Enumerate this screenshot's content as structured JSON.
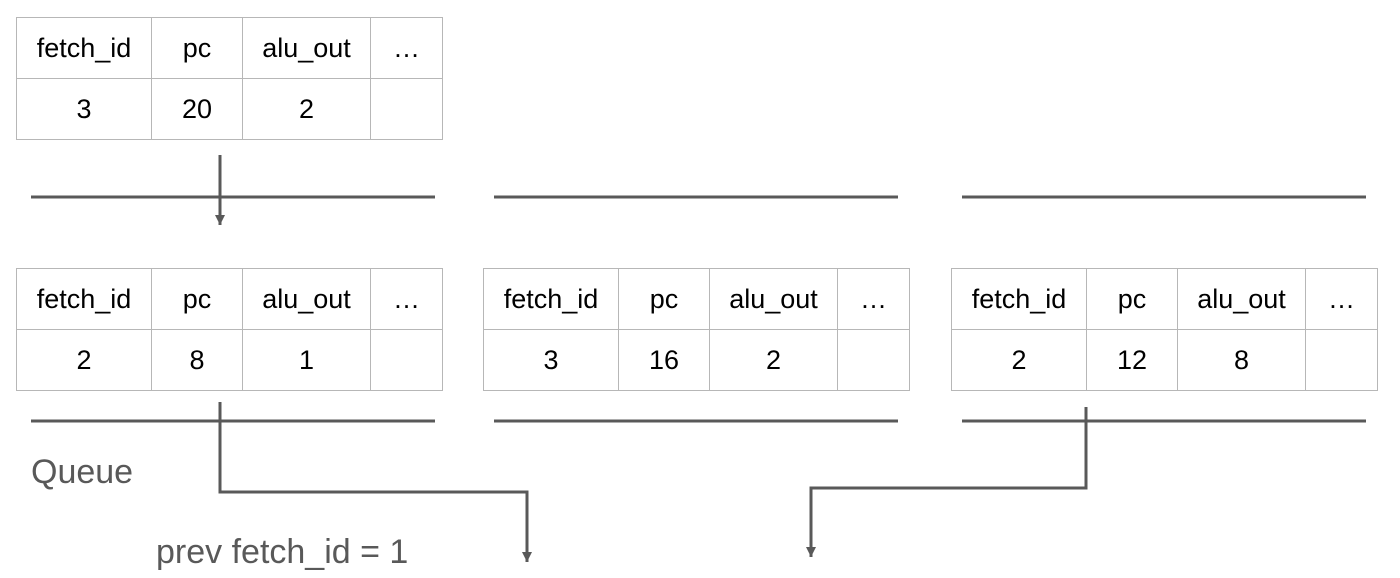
{
  "tables": {
    "top": {
      "headers": [
        "fetch_id",
        "pc",
        "alu_out",
        "…"
      ],
      "values": [
        "3",
        "20",
        "2",
        ""
      ]
    },
    "queue_1": {
      "headers": [
        "fetch_id",
        "pc",
        "alu_out",
        "…"
      ],
      "values": [
        "2",
        "8",
        "1",
        ""
      ]
    },
    "queue_2": {
      "headers": [
        "fetch_id",
        "pc",
        "alu_out",
        "…"
      ],
      "values": [
        "3",
        "16",
        "2",
        ""
      ]
    },
    "queue_3": {
      "headers": [
        "fetch_id",
        "pc",
        "alu_out",
        "…"
      ],
      "values": [
        "2",
        "12",
        "8",
        ""
      ]
    }
  },
  "labels": {
    "queue": "Queue",
    "prev_fetch_id": "prev fetch_id = 1"
  },
  "colors": {
    "line": "#595959",
    "cell_border": "#b7b7b7",
    "label_text": "#595959"
  }
}
